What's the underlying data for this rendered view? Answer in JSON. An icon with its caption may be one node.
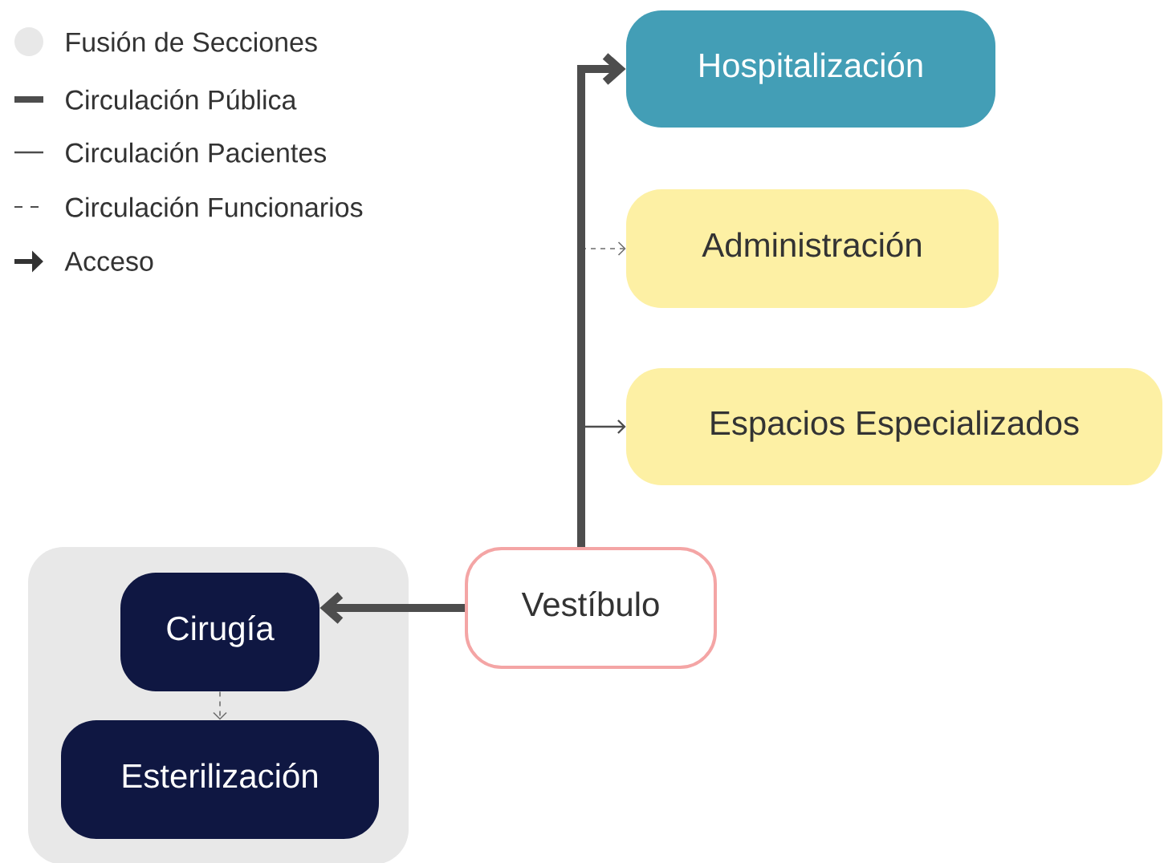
{
  "diagram": {
    "nodes": [
      {
        "text": [
          "Hospitalización"
        ]
      },
      {
        "text": [
          "Administración"
        ]
      },
      {
        "text": [
          "Espacios Especializados"
        ]
      },
      {
        "text": [
          "Vestíbulo"
        ]
      },
      {
        "text": [],
        "shape": "box"
      },
      {
        "text": [
          "Cirugía"
        ],
        "in": 4
      },
      {
        "text": [
          "Esterilización"
        ],
        "in": 4
      }
    ],
    "edges": [
      {
        "from": 3,
        "to": 1,
        "arrow": "to",
        "style": "dashed"
      },
      {
        "from": 3,
        "to": 2,
        "arrow": "to"
      },
      {
        "from": 3,
        "to": 0,
        "arrow": "to",
        "style": "thick"
      },
      {
        "from": 3,
        "to": 5,
        "arrow": "to",
        "style": "thick"
      },
      {
        "from": 5,
        "to": 6,
        "arrow": "to",
        "style": "dashed"
      }
    ],
    "legend": [
      {
        "text": "Fusión de Secciones",
        "color": "#e8e8e8"
      },
      {
        "text": "Circulación Pública"
      },
      {
        "text": "Circulación Pacientes"
      },
      {
        "text": "Circulación Funcionarios"
      },
      {
        "text": "Acceso"
      }
    ]
  }
}
